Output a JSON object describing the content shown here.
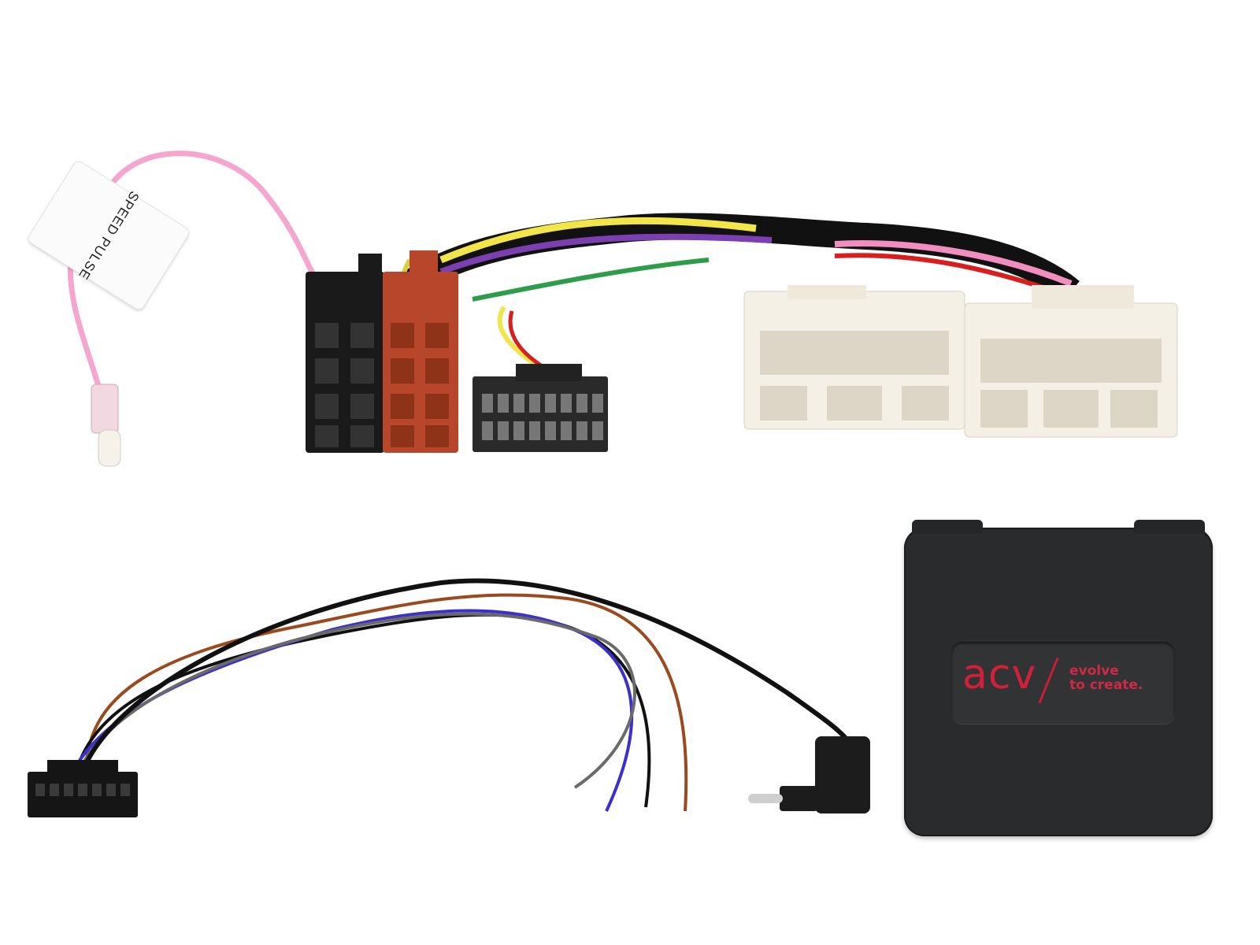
{
  "image": {
    "description": "Car radio steering wheel control interface kit: wiring harness with ISO connectors, vehicle-specific connectors, speed pulse lead, patch lead and control module",
    "background_color": "#ffffff"
  },
  "speed_pulse_tag": {
    "label": "SPEED PULSE",
    "wire_color": "#f4a6cf"
  },
  "harness": {
    "iso_connectors": [
      {
        "name": "power",
        "color": "#1a1a1a"
      },
      {
        "name": "speaker",
        "color": "#b8462a"
      }
    ],
    "wire_colors": [
      "#f2e54a",
      "#7b3fb0",
      "#d81e1e",
      "#2e9d4b",
      "#f08ec0",
      "#ffffff",
      "#111111"
    ],
    "vehicle_connectors": [
      {
        "name": "vehicle-connector-a",
        "color": "#f4f0e6"
      },
      {
        "name": "vehicle-connector-b",
        "color": "#f4f0e6"
      }
    ]
  },
  "patch_lead": {
    "wire_colors": [
      "#9a4a1e",
      "#3b2fd0",
      "#111111",
      "#6a6a6a"
    ],
    "connector_color": "#151515",
    "jack": "3.5mm angled stereo jack"
  },
  "module": {
    "brand": "acv",
    "slogan_line1": "evolve",
    "slogan_line2": "to create.",
    "body_color": "#2a2b2d",
    "logo_color": "#d3203a"
  }
}
